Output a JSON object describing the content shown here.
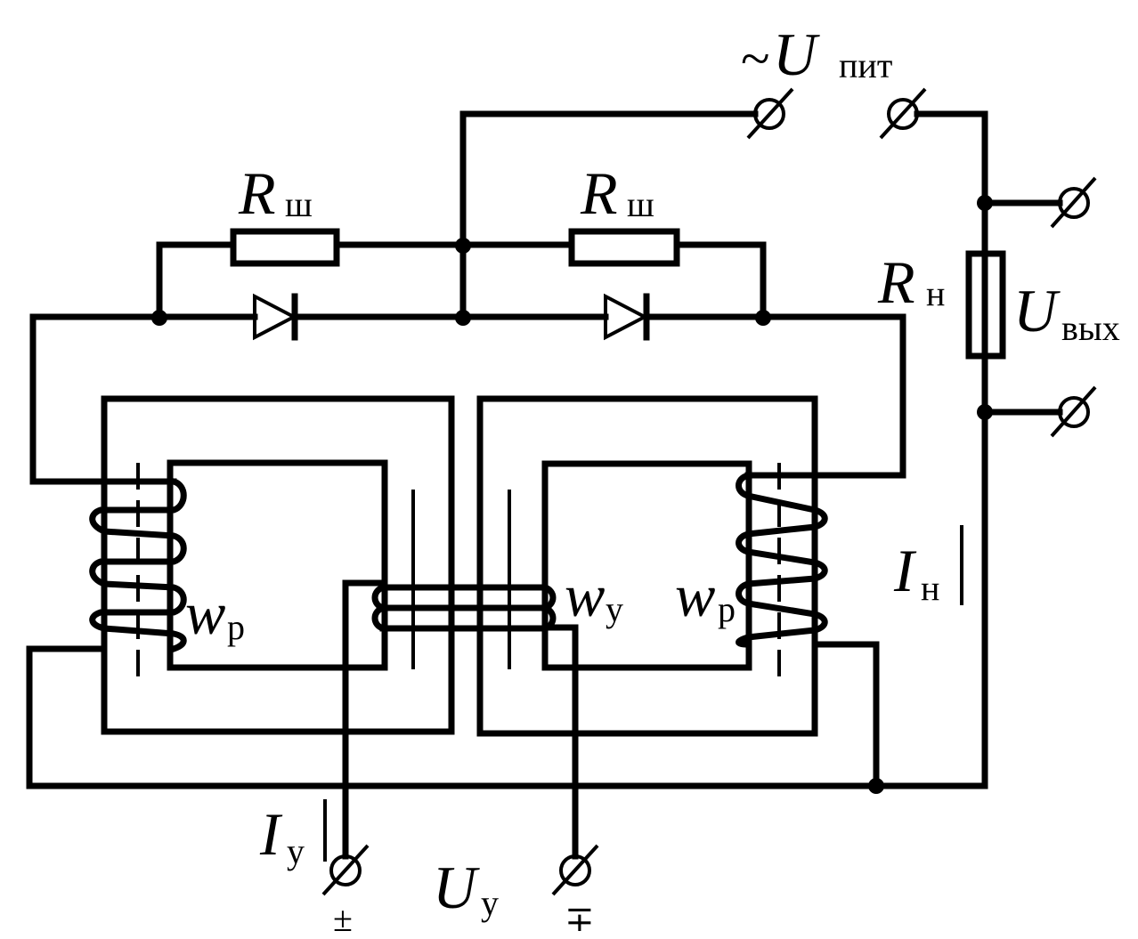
{
  "labels": {
    "supply_tilde": "~",
    "supply_main": "U",
    "supply_sub": "пит",
    "shunt_left_main": "R",
    "shunt_left_sub": "ш",
    "shunt_right_main": "R",
    "shunt_right_sub": "ш",
    "load_main": "R",
    "load_sub": "н",
    "output_main": "U",
    "output_sub": "вых",
    "load_current_main": "I",
    "load_current_sub": "н",
    "work_left_main": "w",
    "work_left_sub": "р",
    "work_right_main": "w",
    "work_right_sub": "р",
    "control_winding_main": "w",
    "control_winding_sub": "у",
    "control_current_main": "I",
    "control_current_sub": "у",
    "control_voltage_main": "U",
    "control_voltage_sub": "у",
    "polarity_left": "±",
    "polarity_right": "∓"
  }
}
